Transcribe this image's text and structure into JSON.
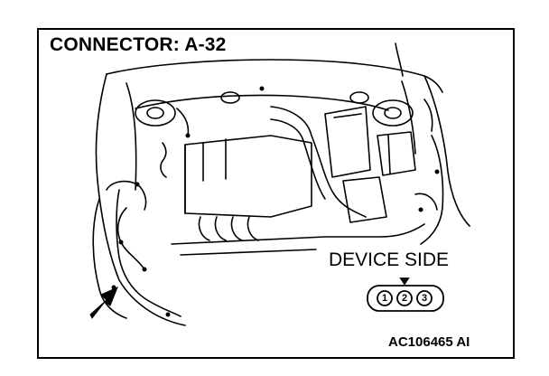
{
  "title": "CONNECTOR: A-32",
  "device_side_label": "DEVICE SIDE",
  "figure_code": "AC106465 AI",
  "connector": {
    "pins": [
      "1",
      "2",
      "3"
    ]
  },
  "icons": [
    "pointer-arrow-icon",
    "connector-key-icon"
  ],
  "colors": {
    "line": "#000000",
    "background": "#ffffff"
  }
}
